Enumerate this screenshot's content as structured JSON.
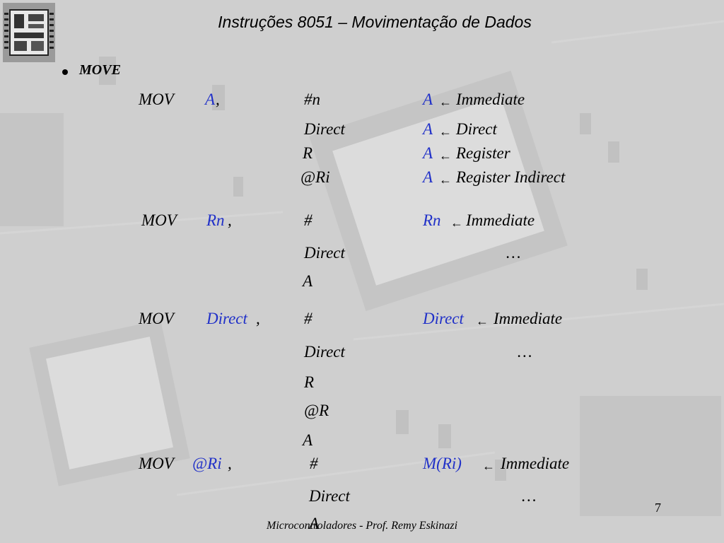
{
  "slide": {
    "title": "Instruções 8051 – Movimentação de Dados",
    "bullet": "MOVE",
    "page_number": "7",
    "footer": "Microcontroladores - Prof. Remy Eskinazi"
  },
  "mov_a": {
    "op": "MOV",
    "dest": "A",
    "comma": ",",
    "rows": [
      {
        "src": "#n",
        "dest": "A",
        "arrow": "←",
        "desc": "Immediate"
      },
      {
        "src": "Direct",
        "dest": "A",
        "arrow": "←",
        "desc": "Direct"
      },
      {
        "src": "R",
        "dest": "A",
        "arrow": "←",
        "desc": "Register"
      },
      {
        "src": "@Ri",
        "dest": "A",
        "arrow": "←",
        "desc": "Register Indirect"
      }
    ]
  },
  "mov_rn": {
    "op": "MOV",
    "dest": "Rn",
    "comma": ",",
    "rows": [
      {
        "src": "#",
        "dest": "Rn",
        "arrow": "←",
        "desc": "Immediate"
      },
      {
        "src": "Direct",
        "desc": "…"
      },
      {
        "src": "A"
      }
    ]
  },
  "mov_direct": {
    "op": "MOV",
    "dest": "Direct",
    "comma": ",",
    "rows": [
      {
        "src": "#",
        "dest": "Direct",
        "arrow": "←",
        "desc": "Immediate"
      },
      {
        "src": "Direct",
        "desc": "…"
      },
      {
        "src": "R"
      },
      {
        "src": "@R"
      },
      {
        "src": "A"
      }
    ]
  },
  "mov_ri": {
    "op": "MOV",
    "dest": "@Ri",
    "comma": ",",
    "rows": [
      {
        "src": "#",
        "dest": "M(Ri)",
        "arrow": "←",
        "desc": "Immediate"
      },
      {
        "src": "Direct",
        "desc": "…"
      },
      {
        "src": "A"
      }
    ]
  },
  "colors": {
    "accent": "#2030c8",
    "background": "#cfcfcf"
  }
}
